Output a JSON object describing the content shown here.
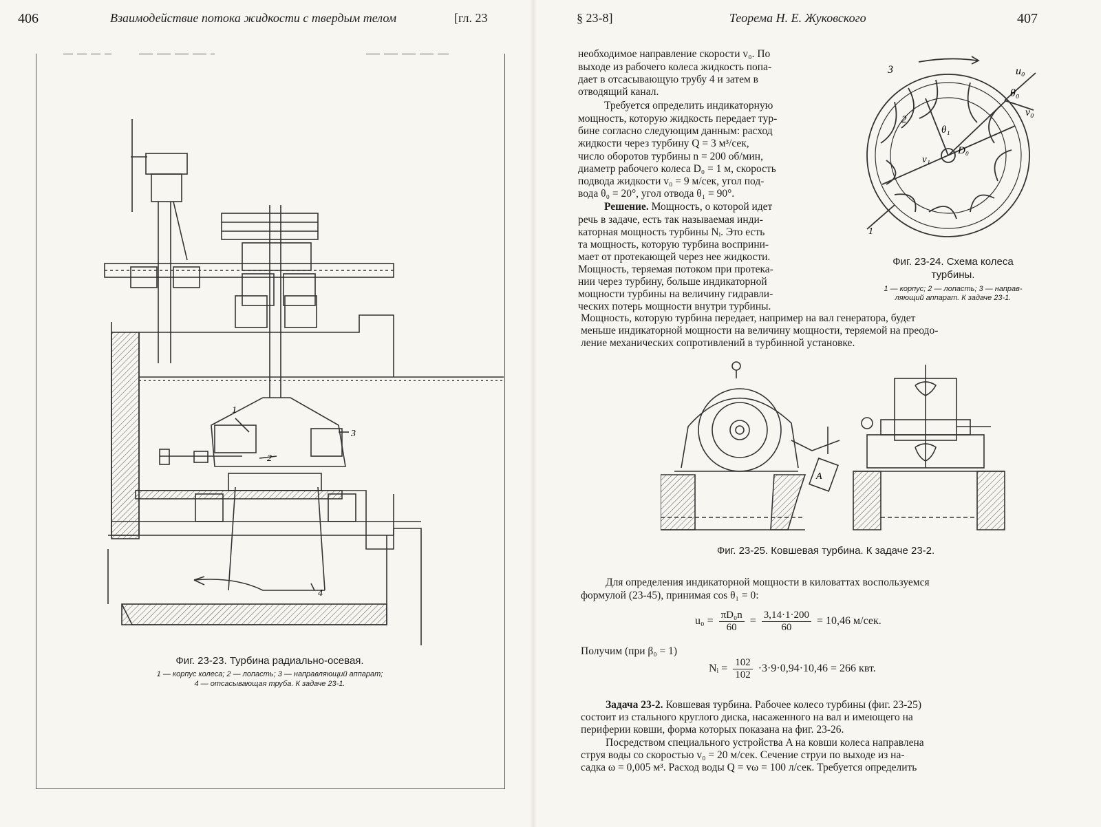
{
  "left_page": {
    "page_number": "406",
    "running_head": "Взаимодействие потока жидкости с твердым телом",
    "chapter_ref": "[гл. 23",
    "figure_labels": [
      "1",
      "2",
      "3",
      "4"
    ],
    "figure_caption": "Фиг. 23-23. Турбина радиально-осевая.",
    "figure_legend": [
      "1 — корпус колеса; 2 — лопасть; 3 — направляющий аппарат;",
      "4 — отсасывающая труба. К задаче 23-1."
    ]
  },
  "right_page": {
    "section_ref": "§ 23-8]",
    "running_head": "Теорема Н. Е. Жуковского",
    "page_number": "407",
    "text_column": [
      "необходимое направление скорости v₀. По",
      "выходе из рабочего колеса жидкость попа-",
      "дает в отсасывающую трубу 4 и затем в",
      "отводящий канал.",
      "Требуется определить индикаторную",
      "мощность, которую жидкость передает тур-",
      "бине согласно следующим данным: расход",
      "жидкости через турбину Q = 3 м³/сек,",
      "число оборотов турбины n = 200 об/мин,",
      "диаметр рабочего колеса D₀ = 1 м, скорость",
      "подвода жидкости v₀ = 9 м/сек, угол под-",
      "вода θ₀ = 20°, угол отвода θ₁ = 90°.",
      "Решение.",
      " Мощность, о которой идет",
      "речь в задаче, есть так называемая инди-",
      "каторная мощность турбины Nᵢ. Это есть",
      "та мощность, которую турбина восприни-",
      "мает от протекающей через нее жидкости.",
      "Мощность, теряемая потоком при протека-",
      "нии через турбину, больше индикаторной",
      "мощности турбины на величину гидравли-",
      "ческих потерь мощности внутри турбины."
    ],
    "figure_24": {
      "labels": [
        "3",
        "u₀",
        "θ₀",
        "v₀",
        "2",
        "θ₁",
        "v₁",
        "D₀",
        "1"
      ],
      "caption_line1": "Фиг. 23-24. Схема колеса",
      "caption_line2": "турбины.",
      "legend_line1": "1 — корпус; 2 — лопасть; 3 — направ-",
      "legend_line2": "ляющий аппарат. К задаче 23-1."
    },
    "full_width_text": [
      "Мощность, которую турбина передает, например на вал генератора, будет",
      "меньше индикаторной мощности на величину мощности, теряемой на преодо-",
      "ление механических сопротивлений в турбинной установке."
    ],
    "figure_25": {
      "label_a": "A",
      "caption": "Фиг. 23-25. Ковшевая турбина. К задаче 23-2."
    },
    "solution": {
      "intro_line1": "Для определения индикаторной мощности в киловаттах воспользуемся",
      "intro_line2": "формулой (23-45), принимая cos θ₁ = 0:",
      "formula1": {
        "lhs": "u₀ =",
        "frac1_num": "πD₀n",
        "frac1_den": "60",
        "eq": "=",
        "frac2_num": "3,14·1·200",
        "frac2_den": "60",
        "rhs": "= 10,46 м/сек."
      },
      "get_line": "Получим (при β₀ = 1)",
      "formula2": {
        "lhs": "Nᵢ =",
        "frac_num": "102",
        "frac_den": "102",
        "rhs": "·3·9·0,94·10,46 = 266 квт."
      }
    },
    "task": {
      "title": "Задача 23-2.",
      "lines": [
        " Ковшевая турбина. Рабочее колесо турбины (фиг. 23-25)",
        "состоит из стального круглого диска, насаженного на вал и имеющего на",
        "периферии ковши, форма которых показана на фиг. 23-26.",
        "Посредством специального устройства A на ковши колеса направлена",
        "струя воды со скоростью v₀ = 20 м/сек. Сечение струи по выходе из на-",
        "садка ω = 0,005 м³. Расход воды Q = vω = 100 л/сек. Требуется определить"
      ]
    }
  }
}
